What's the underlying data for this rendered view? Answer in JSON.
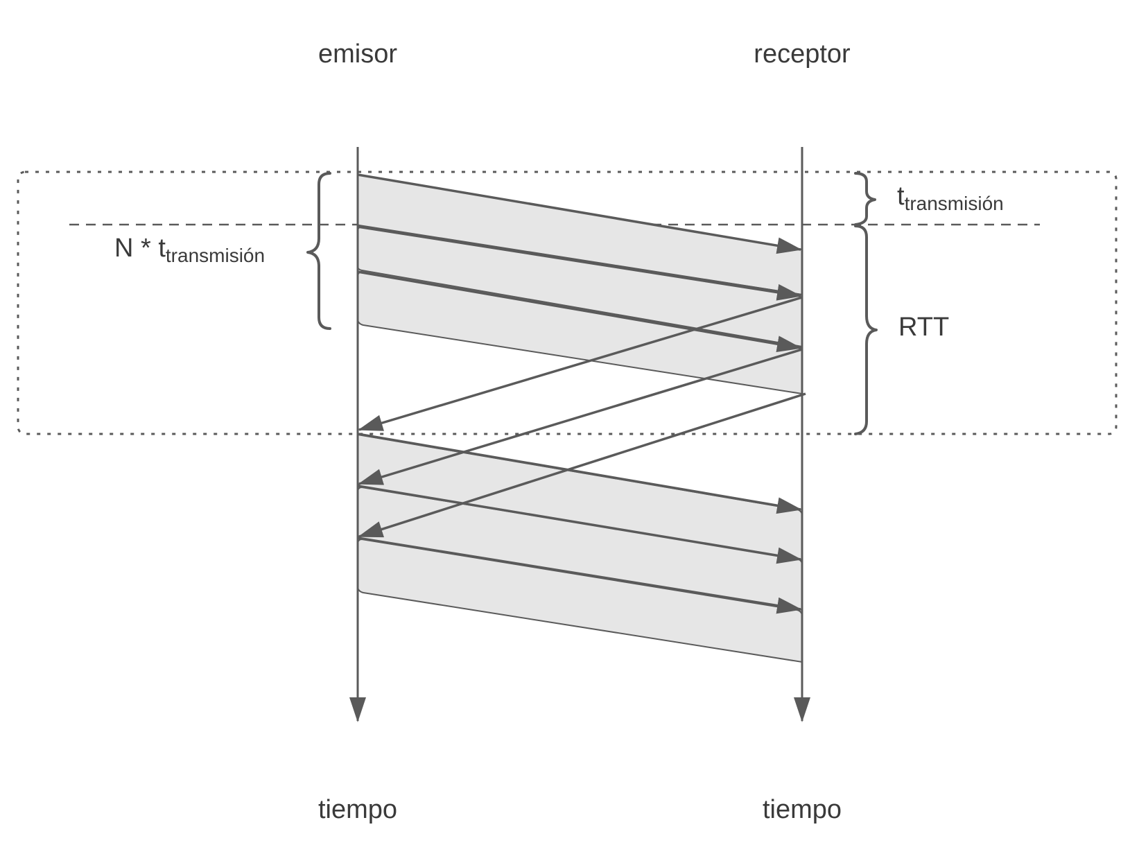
{
  "labels": {
    "sender": "emisor",
    "receiver": "receptor",
    "time_sender": "tiempo",
    "time_receiver": "tiempo",
    "window_prefix": "N * t",
    "window_sub": "transmisión",
    "tx_t": "t",
    "tx_sub": "transmisión",
    "rtt": "RTT"
  },
  "colors": {
    "line": "#5a5a5a",
    "band": "#e6e6e6",
    "text": "#3a3a3a"
  }
}
